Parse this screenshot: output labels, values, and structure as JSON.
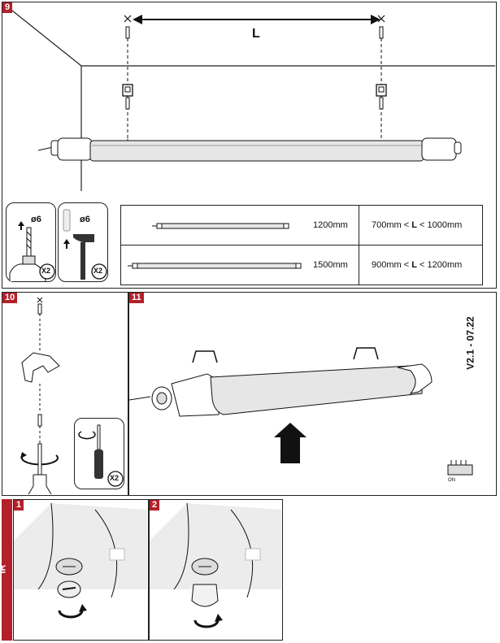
{
  "step9": {
    "badge": "9",
    "length_label": "L",
    "drill_size": "ø6",
    "hammer_size": "ø6",
    "drill_count": "X2",
    "hammer_count": "X2",
    "table": [
      {
        "tube_length": "1200mm",
        "range_prefix": "700mm < ",
        "range_var": "L",
        "range_suffix": " < 1000mm"
      },
      {
        "tube_length": "1500mm",
        "range_prefix": "900mm < ",
        "range_var": "L",
        "range_suffix": " < 1200mm"
      }
    ]
  },
  "step10": {
    "badge": "10",
    "screwdriver_count": "X2"
  },
  "step11": {
    "badge": "11",
    "version": "V2.1 - 07.22",
    "connector_label": "ON"
  },
  "ir": {
    "side_label": "IR",
    "badge1": "1",
    "badge2": "2"
  },
  "colors": {
    "badge_red": "#b3202a",
    "line": "#222222",
    "tube": "#e6e6e6"
  }
}
